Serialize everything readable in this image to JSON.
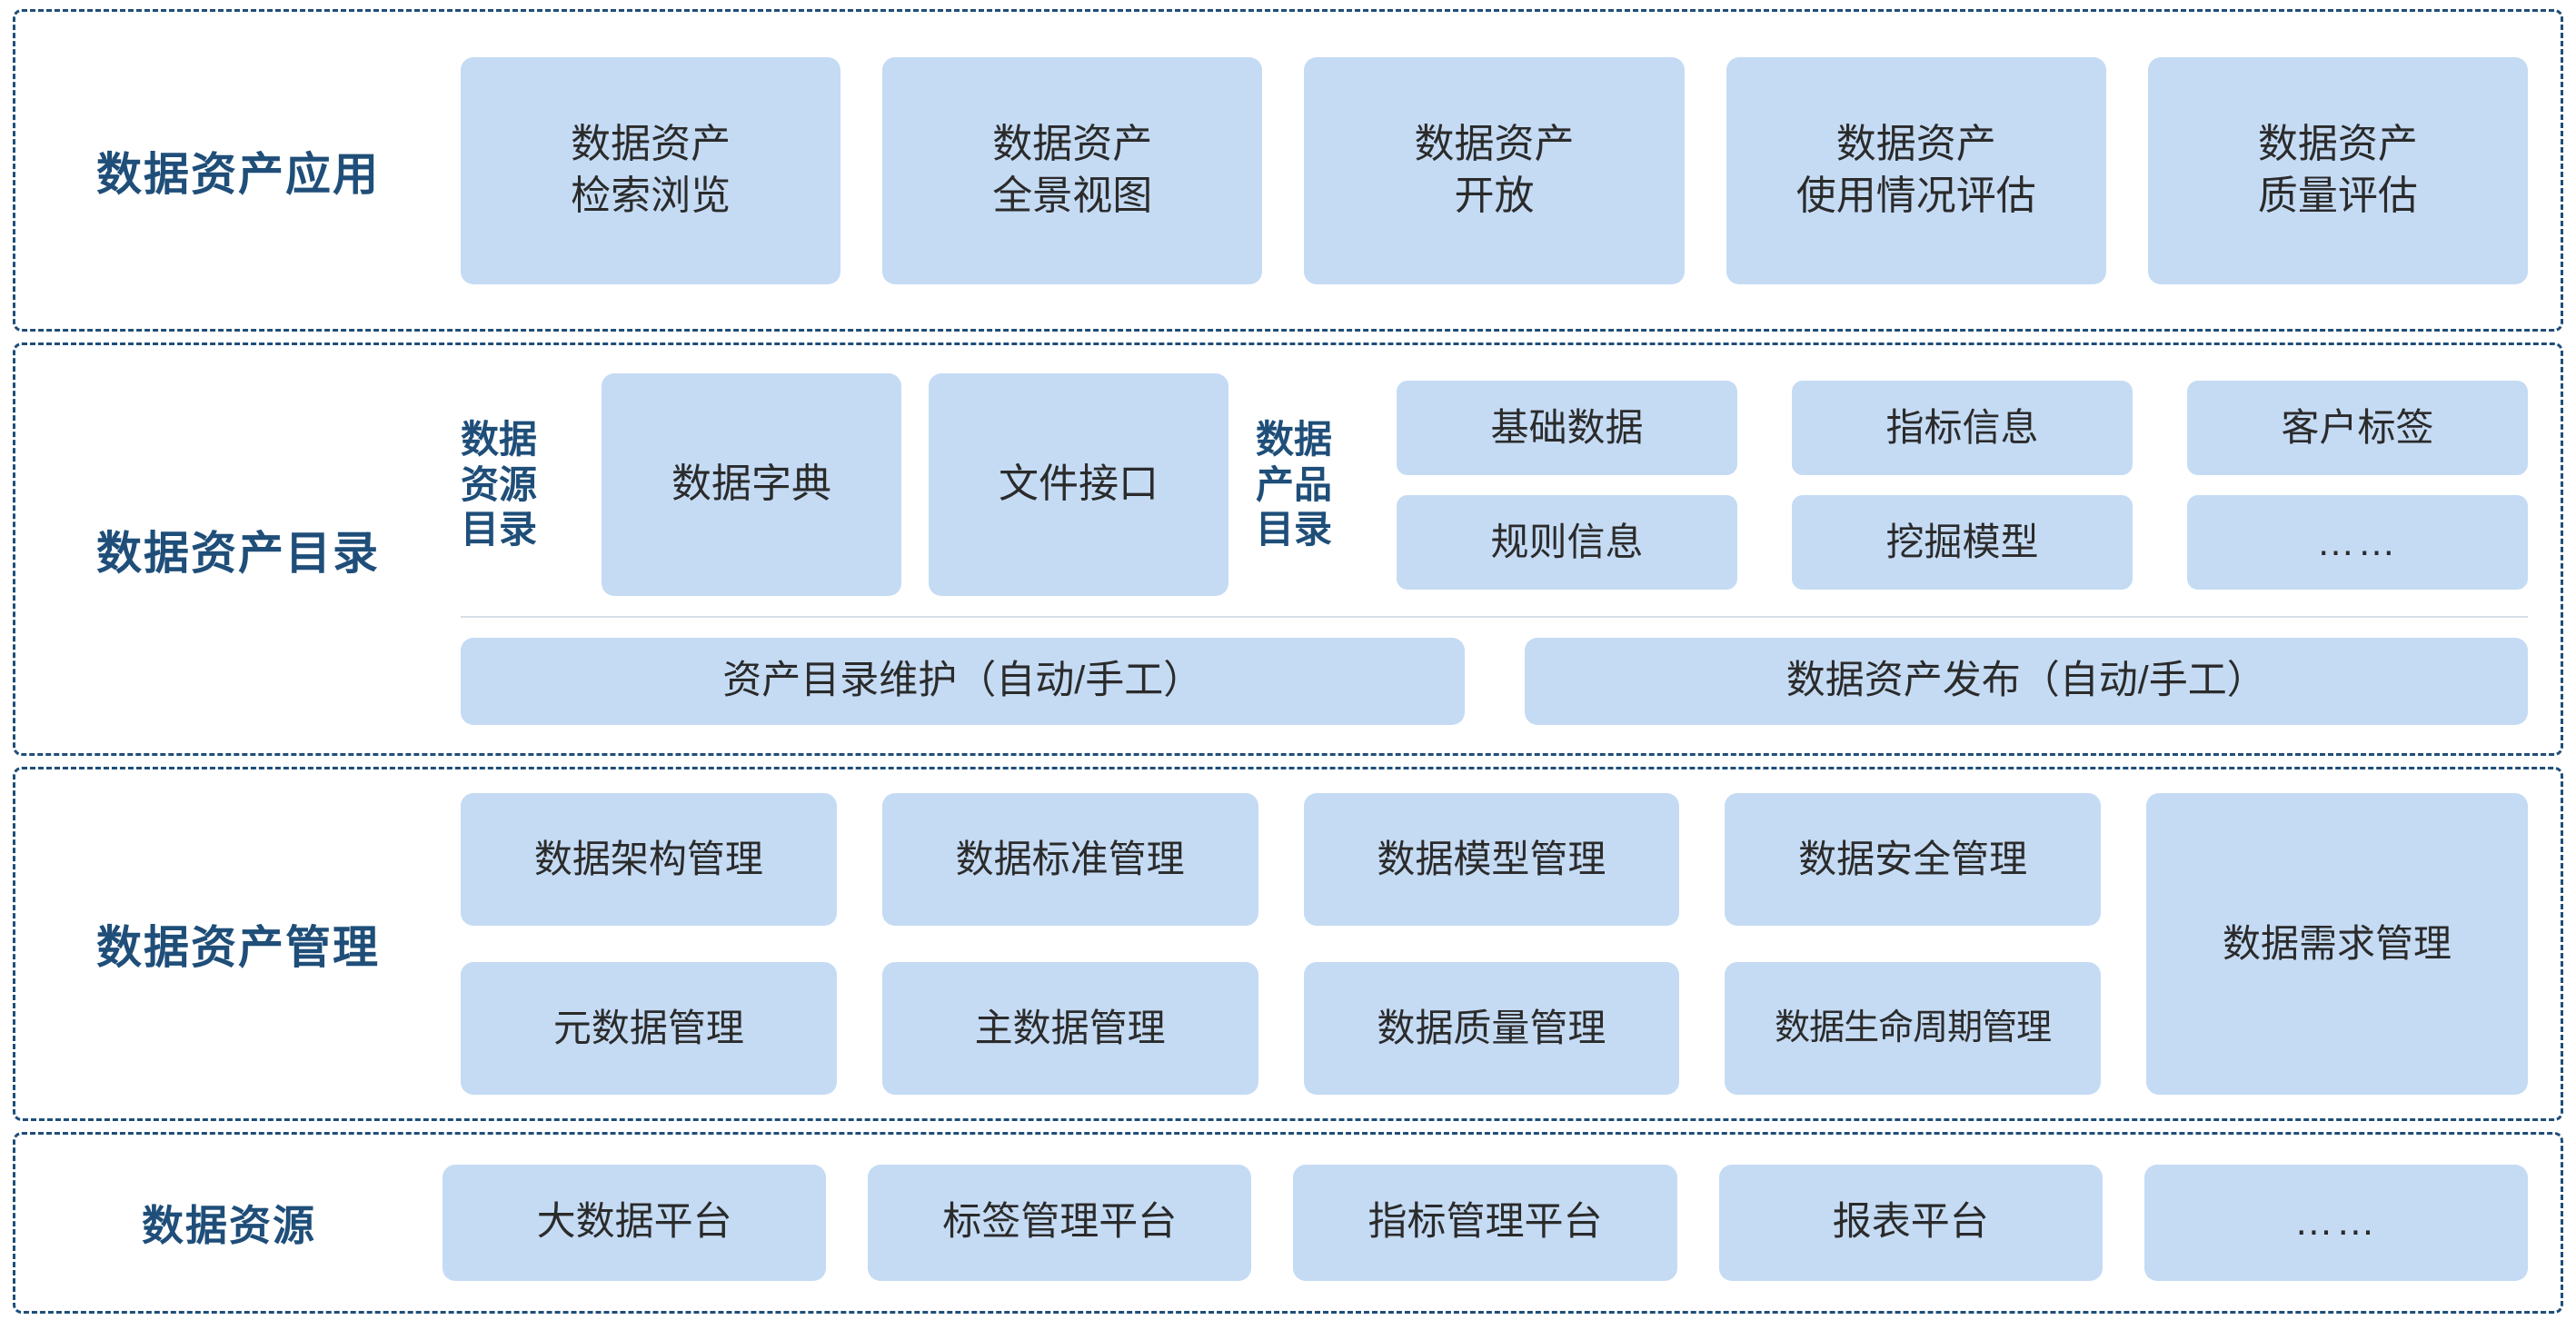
{
  "colors": {
    "card_fill": "#c5dbf4",
    "heading_blue": "#1f4e79",
    "border_dashed": "#1f4e79",
    "card_text": "#2b2b2b",
    "divider": "#d6dee8"
  },
  "sections": [
    {
      "id": "data-asset-application",
      "title": "数据资产应用",
      "cards": [
        "数据资产\n检索浏览",
        "数据资产\n全景视图",
        "数据资产\n开放",
        "数据资产\n使用情况评估",
        "数据资产\n质量评估"
      ]
    },
    {
      "id": "data-asset-catalog",
      "title": "数据资产目录",
      "resource_catalog_label": "数据\n资源\n目录",
      "resource_catalog_cards": [
        "数据字典",
        "文件接口"
      ],
      "product_catalog_label": "数据\n产品\n目录",
      "product_catalog_cards": [
        "基础数据",
        "指标信息",
        "客户标签",
        "规则信息",
        "挖掘模型",
        "……"
      ],
      "bottom_cards": [
        "资产目录维护（自动/手工）",
        "数据资产发布（自动/手工）"
      ]
    },
    {
      "id": "data-asset-management",
      "title": "数据资产管理",
      "grid_cards": [
        "数据架构管理",
        "数据标准管理",
        "数据模型管理",
        "数据安全管理",
        "元数据管理",
        "主数据管理",
        "数据质量管理",
        "数据生命周期管理"
      ],
      "tall_card": "数据需求管理"
    },
    {
      "id": "data-resource",
      "title": "数据资源",
      "cards": [
        "大数据平台",
        "标签管理平台",
        "指标管理平台",
        "报表平台",
        "……"
      ]
    }
  ]
}
